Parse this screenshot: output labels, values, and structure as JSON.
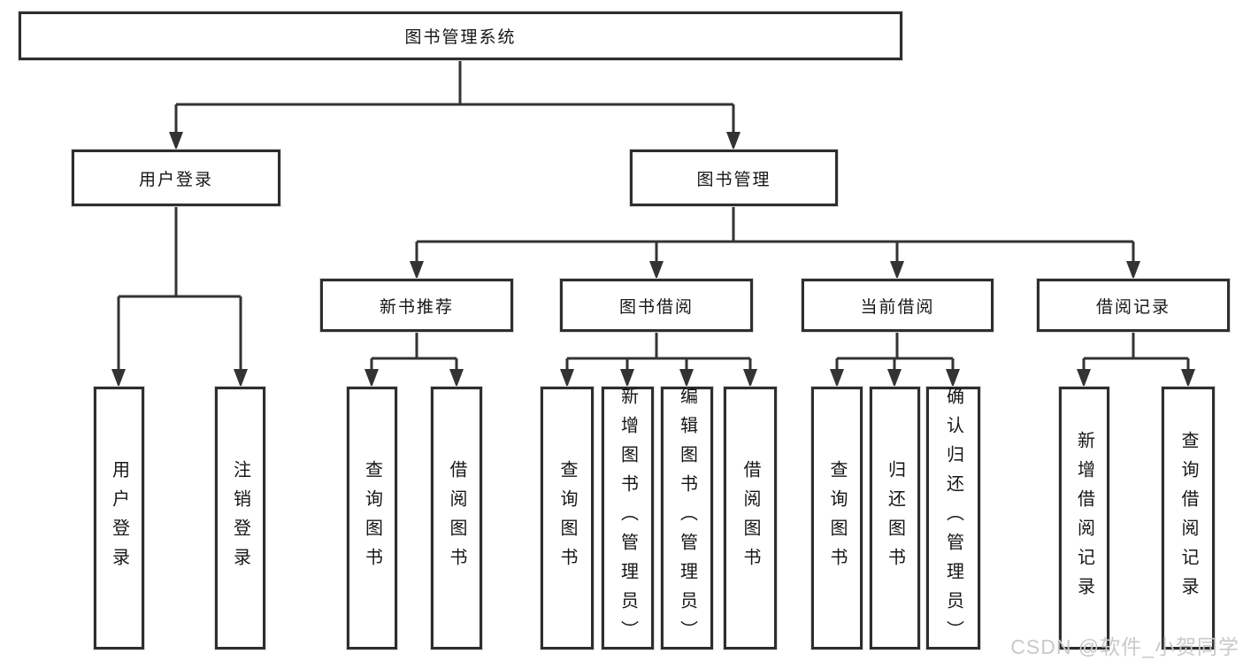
{
  "diagram": {
    "title_node": {
      "label": "图书管理系统"
    },
    "level2": [
      {
        "label": "用户登录"
      },
      {
        "label": "图书管理"
      }
    ],
    "level3": [
      {
        "label": "新书推荐"
      },
      {
        "label": "图书借阅"
      },
      {
        "label": "当前借阅"
      },
      {
        "label": "借阅记录"
      }
    ],
    "leaves": {
      "user_login": [
        "用户登录",
        "注销登录"
      ],
      "new_book": [
        "查询图书",
        "借阅图书"
      ],
      "book_borrow": [
        "查询图书",
        "新增图书（管理员）",
        "编辑图书（管理员）",
        "借阅图书"
      ],
      "current_borrow": [
        "查询图书",
        "归还图书",
        "确认归还（管理员）"
      ],
      "borrow_record": [
        "新增借阅记录",
        "查询借阅记录"
      ]
    }
  },
  "watermark": {
    "text": "CSDN @软件_小贺同学"
  },
  "colors": {
    "line": "#333333",
    "box_border": "#2e2e2e",
    "box_fill": "#ffffff",
    "text": "#161616",
    "watermark": "#c9c9c9"
  }
}
